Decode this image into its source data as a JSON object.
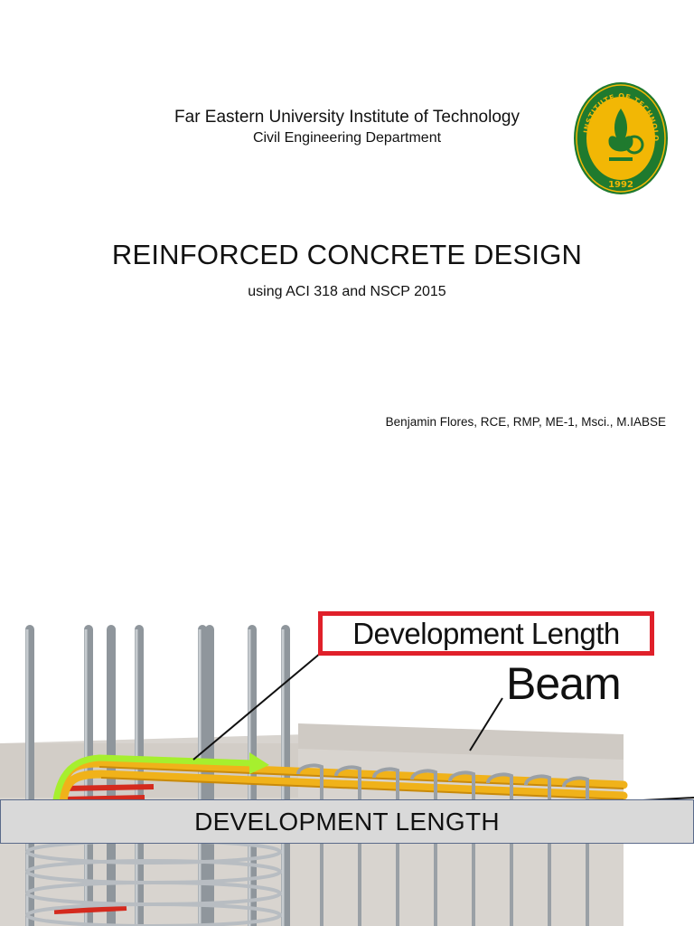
{
  "header": {
    "institution": "Far Eastern University Institute of Technology",
    "department": "Civil Engineering Department"
  },
  "seal": {
    "text": "FEU INSTITUTE OF TECHNOLOGY",
    "year": "1992",
    "colors": {
      "ring": "#1f7a2e",
      "inner": "#f2b705"
    }
  },
  "cover": {
    "title": "REINFORCED CONCRETE DESIGN",
    "subtitle": "using ACI 318 and NSCP 2015",
    "author": "Benjamin Flores, RCE, RMP, ME-1, Msci., M.IABSE"
  },
  "illustration": {
    "label_box": "Development Length",
    "beam_label": "Beam",
    "colors": {
      "box_border": "#e0202a",
      "arrow": "#a6ef2e",
      "rebar_main": "#f0b21a",
      "rebar_gray": "#9aa0a6"
    }
  },
  "banner": {
    "text": "DEVELOPMENT LENGTH"
  }
}
